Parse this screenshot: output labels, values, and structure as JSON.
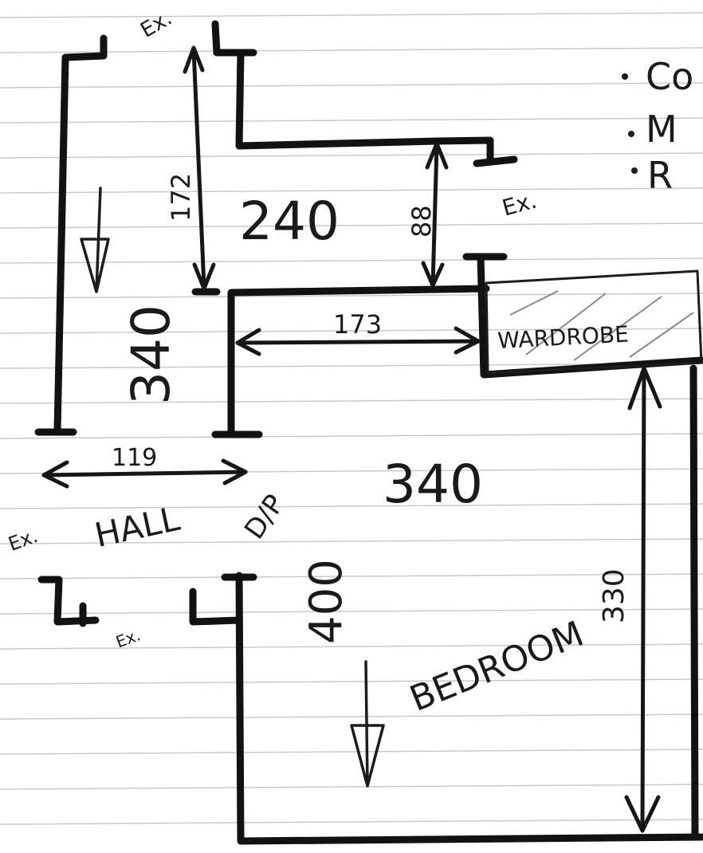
{
  "labels": {
    "ext_top_left": "Ex.",
    "ext_top_right": "Ex.",
    "ext_hall_left": "Ex.",
    "ext_bottom": "Ex.",
    "door_hall": "D/P",
    "hall": "HALL",
    "bedroom": "BEDROOM",
    "wardrobe": "WARDROBE"
  },
  "dimensions": {
    "top_room_width": "240",
    "hall_upper_length": "340",
    "bedroom_width": "340",
    "left_height": "172",
    "step_height": "88",
    "ledge_width": "173",
    "hall_width": "119",
    "bedroom_left_height": "400",
    "bedroom_right_height": "330"
  },
  "notes": {
    "items": [
      "Co",
      "M",
      "R"
    ]
  },
  "colors": {
    "ink": "#121212",
    "paper": "#ffffff",
    "ruled_line": "#c9c9c9",
    "wardrobe_hatch": "#8a8a8a"
  }
}
